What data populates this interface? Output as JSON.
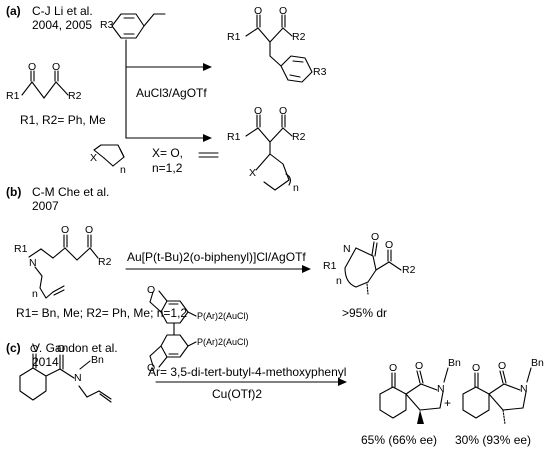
{
  "sections": {
    "a": {
      "tag": "(a)",
      "author": "C-J Li et al.",
      "years": "2004, 2005",
      "substituent_text": "R1, R2= Ph, Me",
      "catalyst": "AuCl3/AgOTf",
      "heteroatom_options": "X= O,",
      "ring_size": "n=1,2",
      "labels": {
        "R1": "R1",
        "R2": "R2",
        "R3": "R3",
        "X": "X",
        "n": "n",
        "O": "O"
      }
    },
    "b": {
      "tag": "(b)",
      "author": "C-M Che et al.",
      "year": "2007",
      "catalyst": "Au[P(t-Bu)2(o-biphenyl)]Cl/AgOTf",
      "substituent_text": "R1= Bn, Me; R2= Ph, Me; n=1,2",
      "selectivity": ">95% dr",
      "labels": {
        "R1": "R1",
        "R2": "R2",
        "N": "N",
        "n": "n",
        "O": "O"
      }
    },
    "c": {
      "tag": "(c)",
      "author": "V. Gandon et al.",
      "year": "2014",
      "ligand_groups": [
        "P(Ar)2(AuCl)",
        "P(Ar)2(AuCl)"
      ],
      "aryl_definition": "Ar= 3,5-di-tert-butyl-4-methoxyphenyl",
      "cocatalyst": "Cu(OTf)2",
      "product1_yield": "65% (66% ee)",
      "product2_yield": "30% (93% ee)",
      "plus": "+",
      "labels": {
        "N": "N",
        "Bn": "Bn",
        "O": "O"
      }
    }
  }
}
